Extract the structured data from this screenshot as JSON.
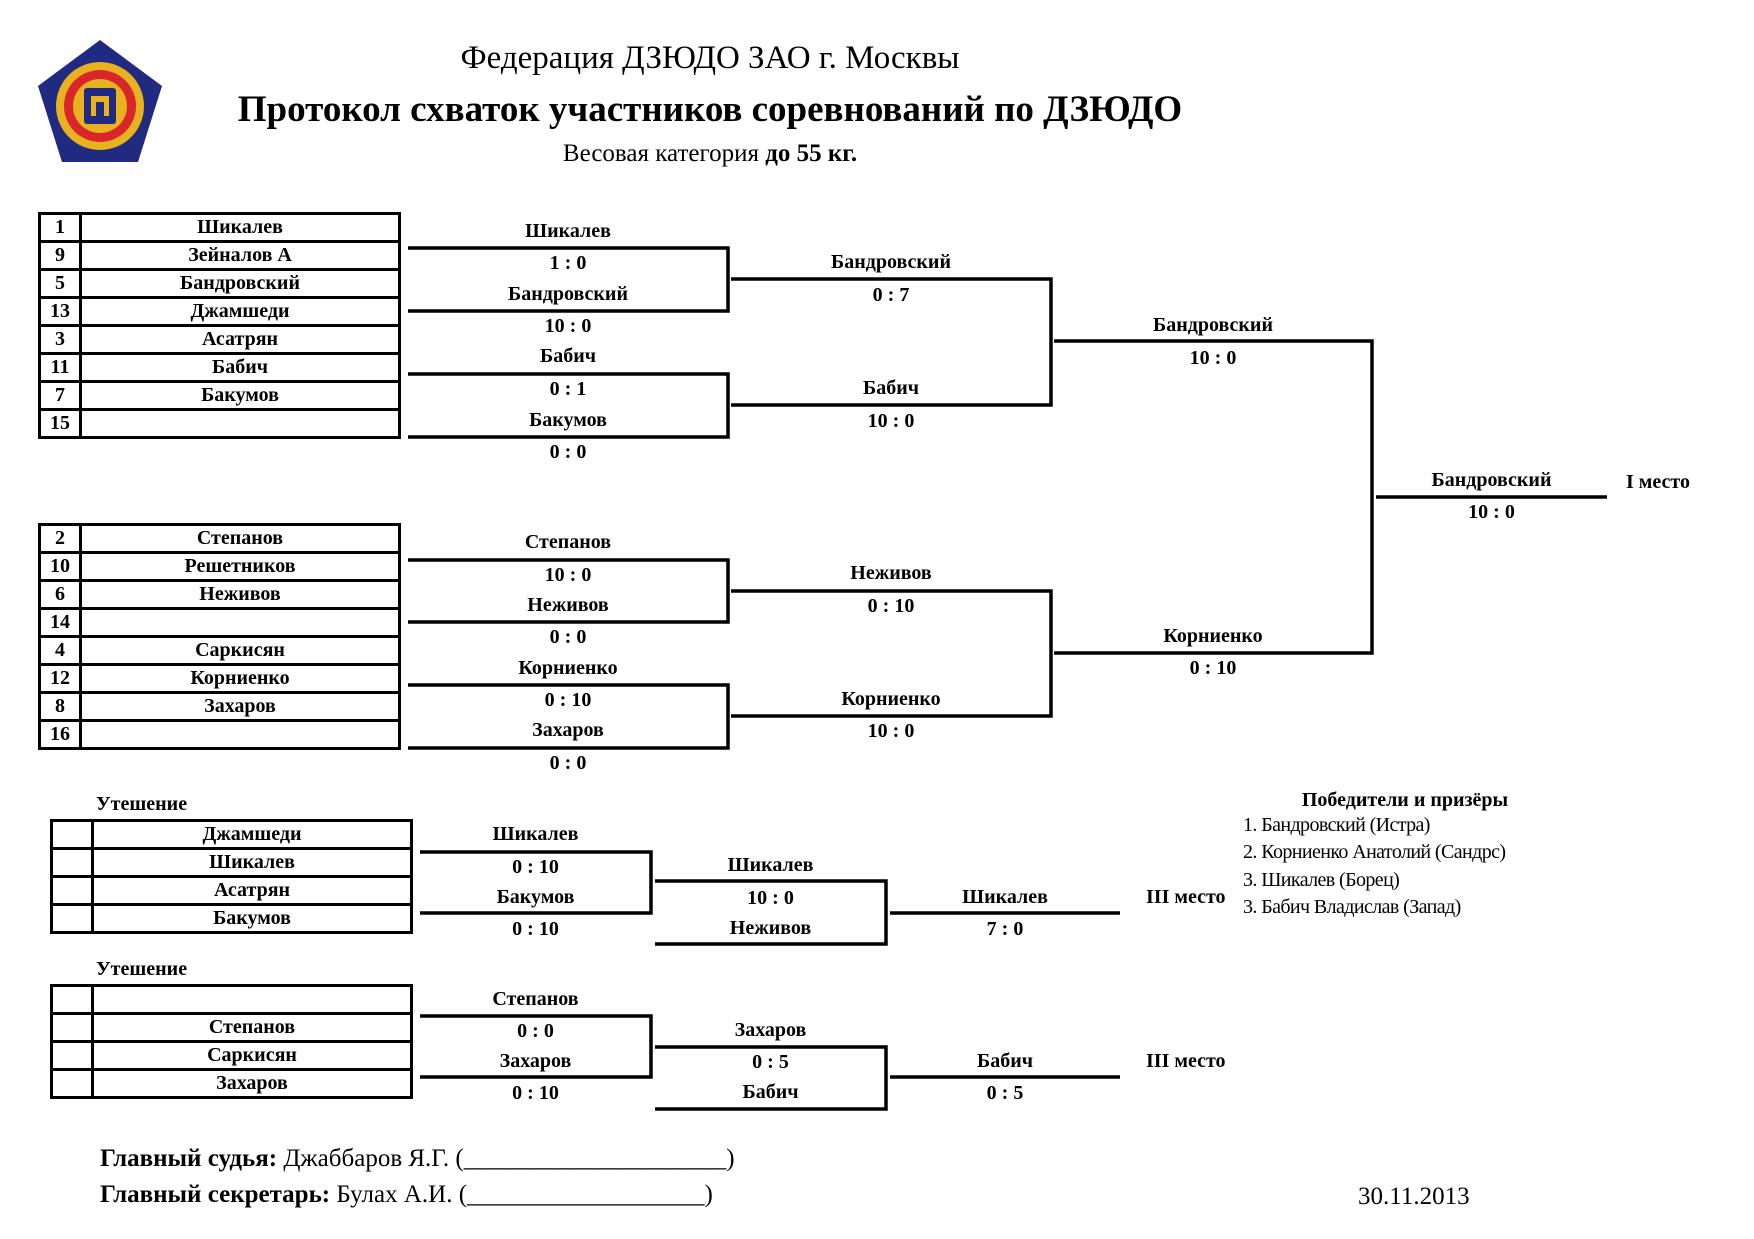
{
  "header": {
    "federation": "Федерация ДЗЮДО ЗАО г. Москвы",
    "title": "Протокол схваток участников соревнований по ДЗЮДО",
    "weight_prefix": "Весовая категория ",
    "weight_value": "до 55 кг."
  },
  "seeds_top": [
    {
      "num": "1",
      "name": "Шикалев"
    },
    {
      "num": "9",
      "name": "Зейналов А"
    },
    {
      "num": "5",
      "name": "Бандровский"
    },
    {
      "num": "13",
      "name": "Джамшеди"
    },
    {
      "num": "3",
      "name": "Асатрян"
    },
    {
      "num": "11",
      "name": "Бабич"
    },
    {
      "num": "7",
      "name": "Бакумов"
    },
    {
      "num": "15",
      "name": ""
    }
  ],
  "seeds_bottom": [
    {
      "num": "2",
      "name": "Степанов"
    },
    {
      "num": "10",
      "name": "Решетников"
    },
    {
      "num": "6",
      "name": "Неживов"
    },
    {
      "num": "14",
      "name": ""
    },
    {
      "num": "4",
      "name": "Саркисян"
    },
    {
      "num": "12",
      "name": "Корниенко"
    },
    {
      "num": "8",
      "name": "Захаров"
    },
    {
      "num": "16",
      "name": ""
    }
  ],
  "round1_top": [
    {
      "winner": "Шикалев",
      "score": "1  :  0"
    },
    {
      "winner": "Бандровский",
      "score": "10  :  0"
    },
    {
      "winner": "Бабич",
      "score": "0  :  1"
    },
    {
      "winner": "Бакумов",
      "score": "0  :  0"
    }
  ],
  "round1_bottom": [
    {
      "winner": "Степанов",
      "score": "10  :  0"
    },
    {
      "winner": "Неживов",
      "score": "0  :  0"
    },
    {
      "winner": "Корниенко",
      "score": "0  :  10"
    },
    {
      "winner": "Захаров",
      "score": "0  :  0"
    }
  ],
  "round2_top": [
    {
      "winner": "Бандровский",
      "score": "0  :  7"
    },
    {
      "winner": "Бабич",
      "score": "10  :  0"
    }
  ],
  "round2_bottom": [
    {
      "winner": "Неживов",
      "score": "0  :  10"
    },
    {
      "winner": "Корниенко",
      "score": "10  :  0"
    }
  ],
  "semifinal_top": {
    "winner": "Бандровский",
    "score": "10  :  0"
  },
  "semifinal_bottom": {
    "winner": "Корниенко",
    "score": "0  :  10"
  },
  "final": {
    "winner": "Бандровский",
    "score": "10  :  0",
    "place": "I место"
  },
  "repechage_1": {
    "label": "Утешение",
    "names": [
      "Джамшеди",
      "Шикалев",
      "Асатрян",
      "Бакумов"
    ],
    "r1": [
      {
        "winner": "Шикалев",
        "score": "0  :  10"
      },
      {
        "winner": "Бакумов",
        "score": "0  :  10"
      }
    ],
    "r2": {
      "winner": "Шикалев",
      "score": "10  :  0",
      "opponent": "Неживов"
    },
    "bronze": {
      "winner": "Шикалев",
      "score": "7  :  0",
      "place": "III место"
    }
  },
  "repechage_2": {
    "label": "Утешение",
    "names": [
      "",
      "Степанов",
      "Саркисян",
      "Захаров"
    ],
    "r1": [
      {
        "winner": "Степанов",
        "score": "0  :  0"
      },
      {
        "winner": "Захаров",
        "score": "0  :  10"
      }
    ],
    "r2": {
      "winner": "Захаров",
      "score": "0  :  5",
      "opponent": "Бабич"
    },
    "bronze": {
      "winner": "Бабич",
      "score": "0  :  5",
      "place": "III место"
    }
  },
  "results": {
    "title": "Победители и призёры",
    "items": [
      "1. Бандровский (Истра)",
      "2. Корниенко Анатолий (Сандрс)",
      "3. Шикалев (Борец)",
      "3. Бабич Владислав (Запад)"
    ]
  },
  "footer": {
    "judge_label": "Главный судья:",
    "judge_name": " Джаббаров Я.Г. (_____________________)",
    "secretary_label": "Главный секретарь:",
    "secretary_name": " Булах А.И. (___________________)",
    "date": "30.11.2013"
  },
  "colors": {
    "ink": "#000000",
    "logo_gold": "#e7b21d",
    "logo_blue": "#1f2a80",
    "logo_red": "#d9262b"
  }
}
